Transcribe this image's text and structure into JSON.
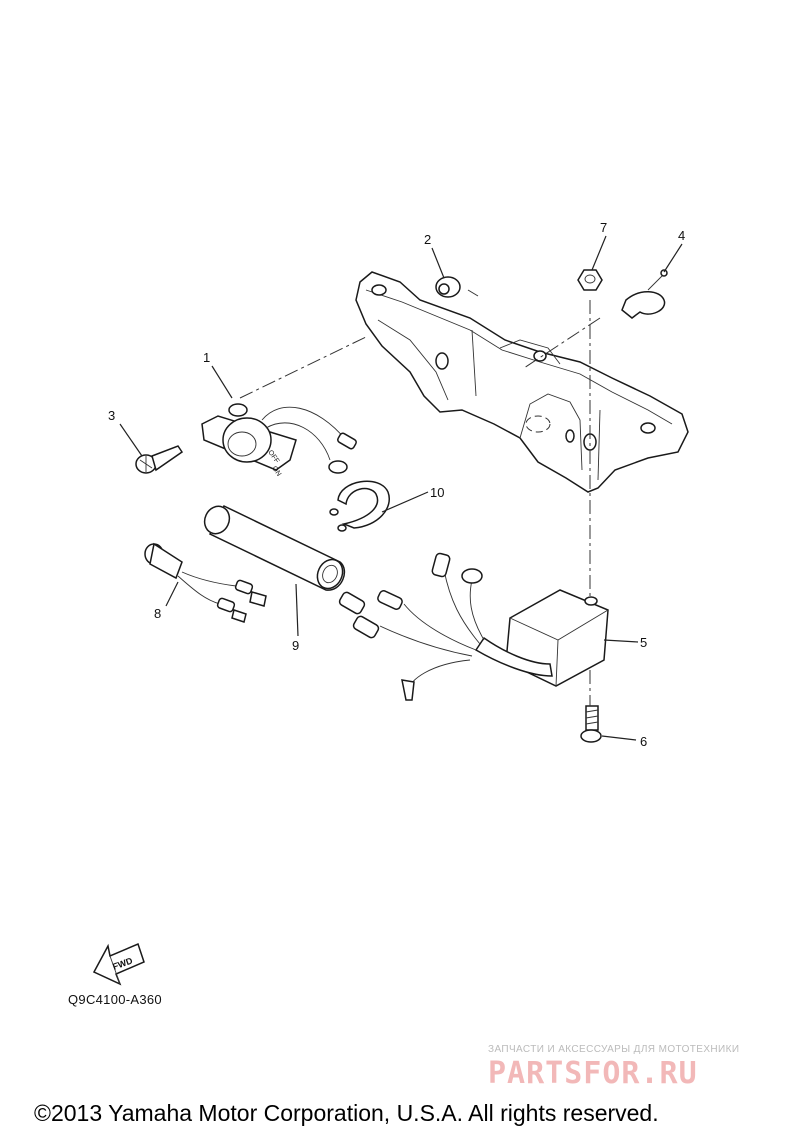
{
  "diagram": {
    "callouts": [
      {
        "id": "1",
        "label": "1"
      },
      {
        "id": "2",
        "label": "2"
      },
      {
        "id": "3",
        "label": "3"
      },
      {
        "id": "4",
        "label": "4"
      },
      {
        "id": "5",
        "label": "5"
      },
      {
        "id": "6",
        "label": "6"
      },
      {
        "id": "7",
        "label": "7"
      },
      {
        "id": "8",
        "label": "8"
      },
      {
        "id": "9",
        "label": "9"
      },
      {
        "id": "10",
        "label": "10"
      }
    ],
    "switch_labels": {
      "off": "OFF",
      "on": "ON"
    },
    "fwd_label": "FWD",
    "diagram_code": "Q9C4100-A360"
  },
  "watermark": {
    "tagline": "ЗАПЧАСТИ И АКСЕССУАРЫ ДЛЯ МОТОТЕХНИКИ",
    "logo": "PARTSFOR.RU"
  },
  "footer": {
    "copyright": "©2013 Yamaha Motor Corporation, U.S.A. All rights reserved."
  }
}
